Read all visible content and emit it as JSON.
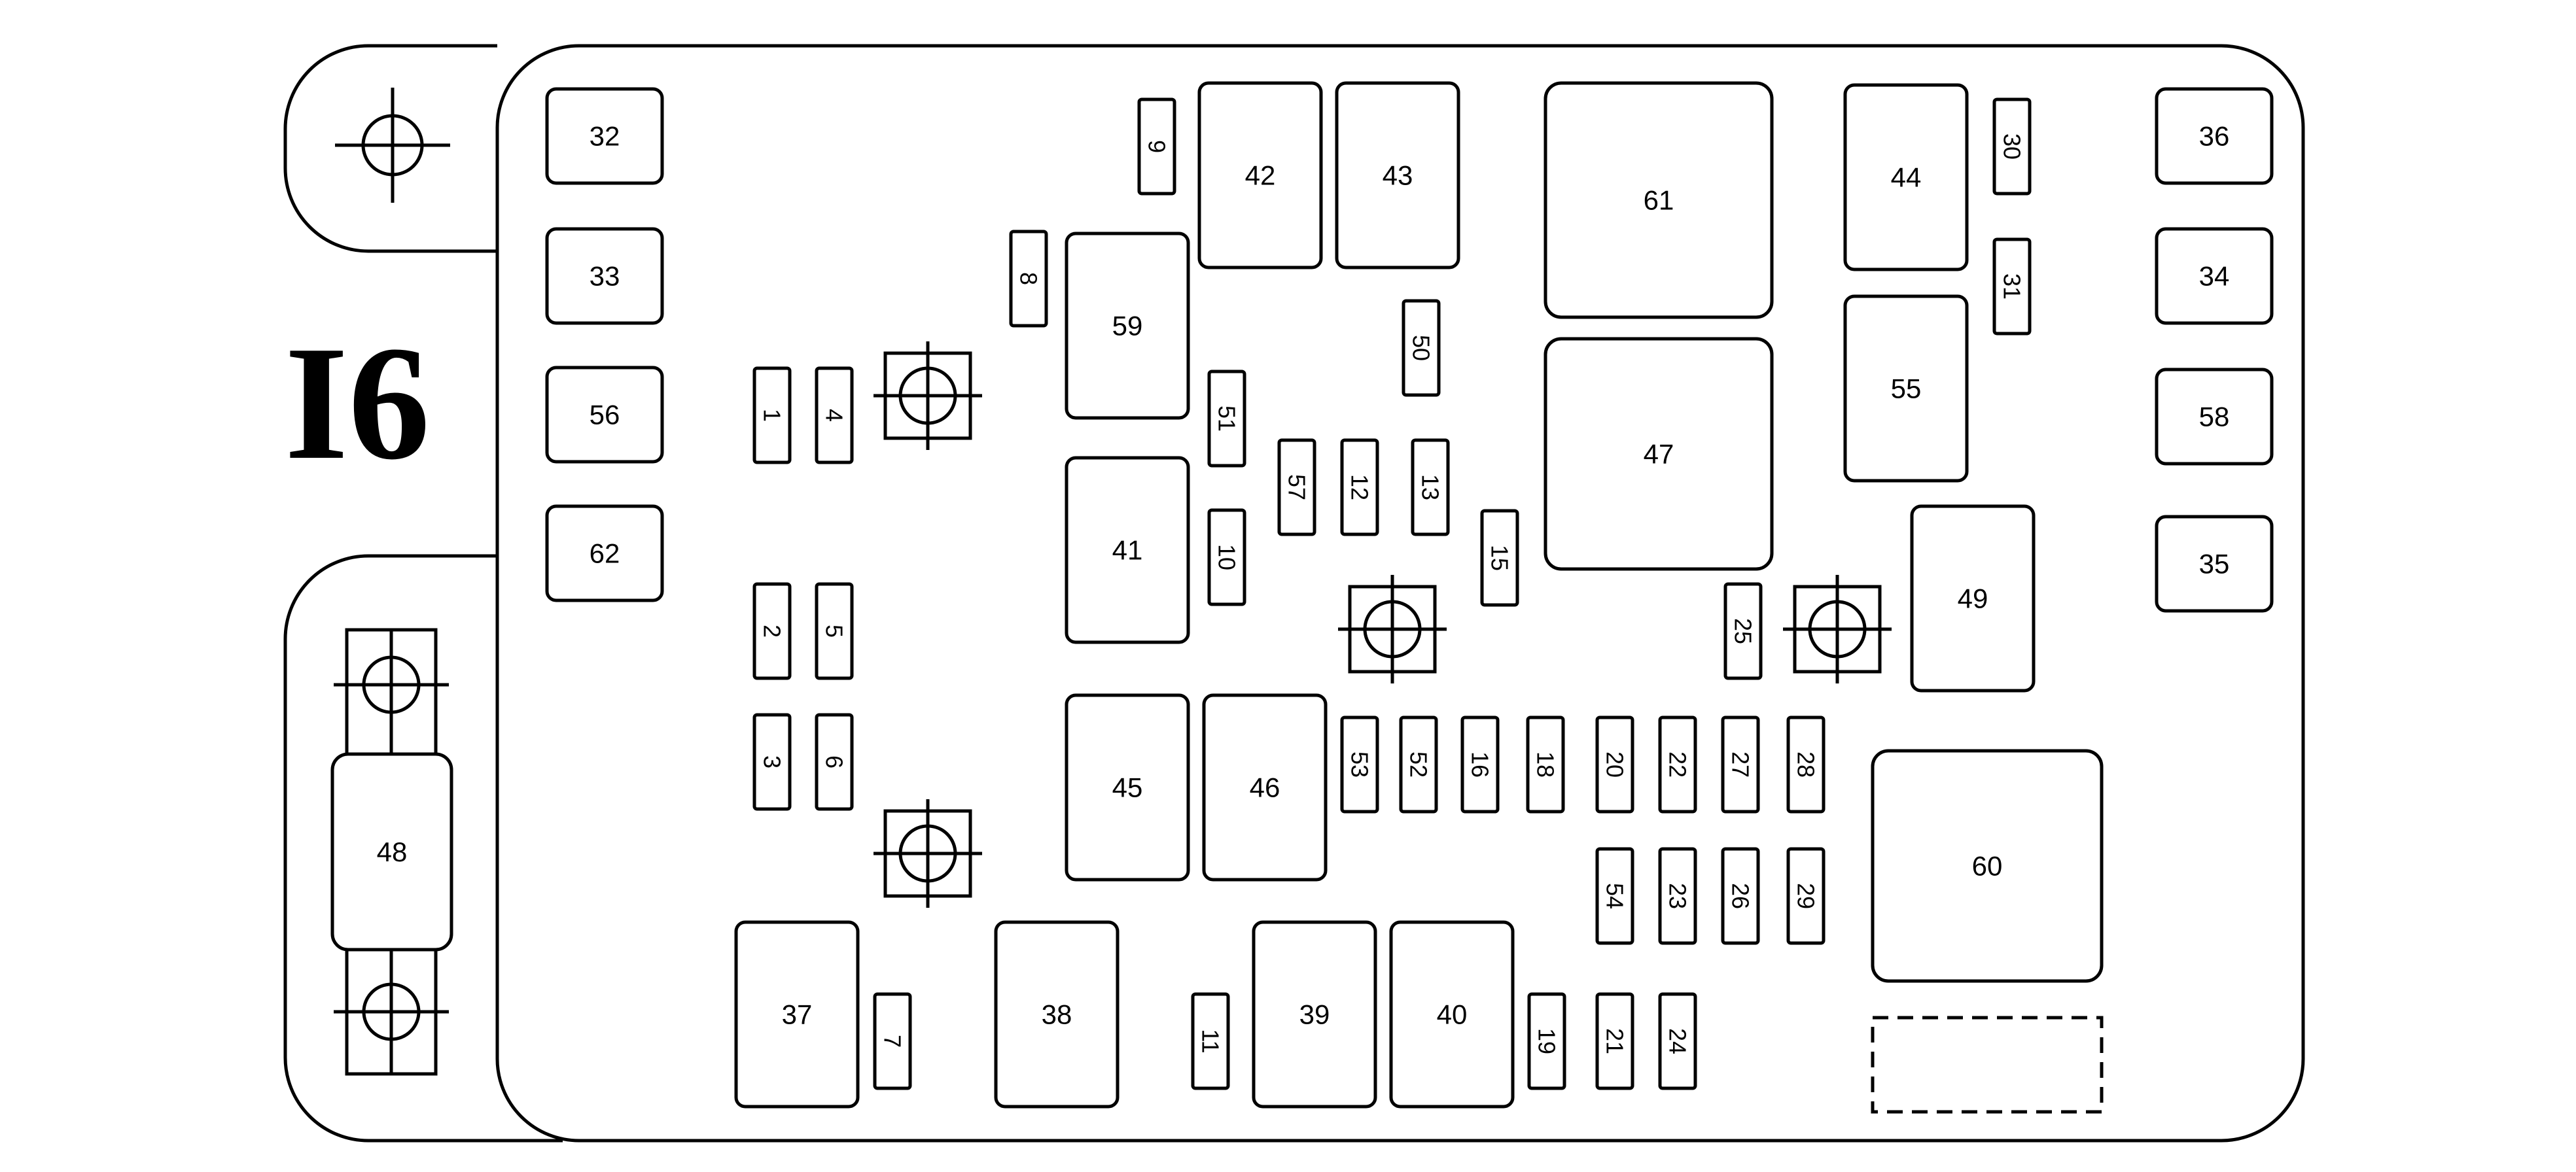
{
  "diagram_label": "I6",
  "fuses": [
    {
      "id": "32",
      "label": "32"
    },
    {
      "id": "33",
      "label": "33"
    },
    {
      "id": "56",
      "label": "56"
    },
    {
      "id": "62",
      "label": "62"
    },
    {
      "id": "1",
      "label": "1"
    },
    {
      "id": "4",
      "label": "4"
    },
    {
      "id": "2",
      "label": "2"
    },
    {
      "id": "5",
      "label": "5"
    },
    {
      "id": "3",
      "label": "3"
    },
    {
      "id": "6",
      "label": "6"
    },
    {
      "id": "37",
      "label": "37"
    },
    {
      "id": "7",
      "label": "7"
    },
    {
      "id": "38",
      "label": "38"
    },
    {
      "id": "9",
      "label": "9"
    },
    {
      "id": "8",
      "label": "8"
    },
    {
      "id": "42",
      "label": "42"
    },
    {
      "id": "43",
      "label": "43"
    },
    {
      "id": "59",
      "label": "59"
    },
    {
      "id": "51",
      "label": "51"
    },
    {
      "id": "41",
      "label": "41"
    },
    {
      "id": "10",
      "label": "10"
    },
    {
      "id": "57",
      "label": "57"
    },
    {
      "id": "12",
      "label": "12"
    },
    {
      "id": "13",
      "label": "13"
    },
    {
      "id": "50",
      "label": "50"
    },
    {
      "id": "15",
      "label": "15"
    },
    {
      "id": "45",
      "label": "45"
    },
    {
      "id": "46",
      "label": "46"
    },
    {
      "id": "53",
      "label": "53"
    },
    {
      "id": "52",
      "label": "52"
    },
    {
      "id": "16",
      "label": "16"
    },
    {
      "id": "18",
      "label": "18"
    },
    {
      "id": "11",
      "label": "11"
    },
    {
      "id": "39",
      "label": "39"
    },
    {
      "id": "40",
      "label": "40"
    },
    {
      "id": "19",
      "label": "19"
    },
    {
      "id": "61",
      "label": "61"
    },
    {
      "id": "47",
      "label": "47"
    },
    {
      "id": "44",
      "label": "44"
    },
    {
      "id": "30",
      "label": "30"
    },
    {
      "id": "31",
      "label": "31"
    },
    {
      "id": "55",
      "label": "55"
    },
    {
      "id": "25",
      "label": "25"
    },
    {
      "id": "49",
      "label": "49"
    },
    {
      "id": "20",
      "label": "20"
    },
    {
      "id": "22",
      "label": "22"
    },
    {
      "id": "27",
      "label": "27"
    },
    {
      "id": "28",
      "label": "28"
    },
    {
      "id": "54",
      "label": "54"
    },
    {
      "id": "23",
      "label": "23"
    },
    {
      "id": "26",
      "label": "26"
    },
    {
      "id": "29",
      "label": "29"
    },
    {
      "id": "21",
      "label": "21"
    },
    {
      "id": "24",
      "label": "24"
    },
    {
      "id": "60",
      "label": "60"
    },
    {
      "id": "36",
      "label": "36"
    },
    {
      "id": "34",
      "label": "34"
    },
    {
      "id": "58",
      "label": "58"
    },
    {
      "id": "35",
      "label": "35"
    },
    {
      "id": "48",
      "label": "48"
    }
  ]
}
